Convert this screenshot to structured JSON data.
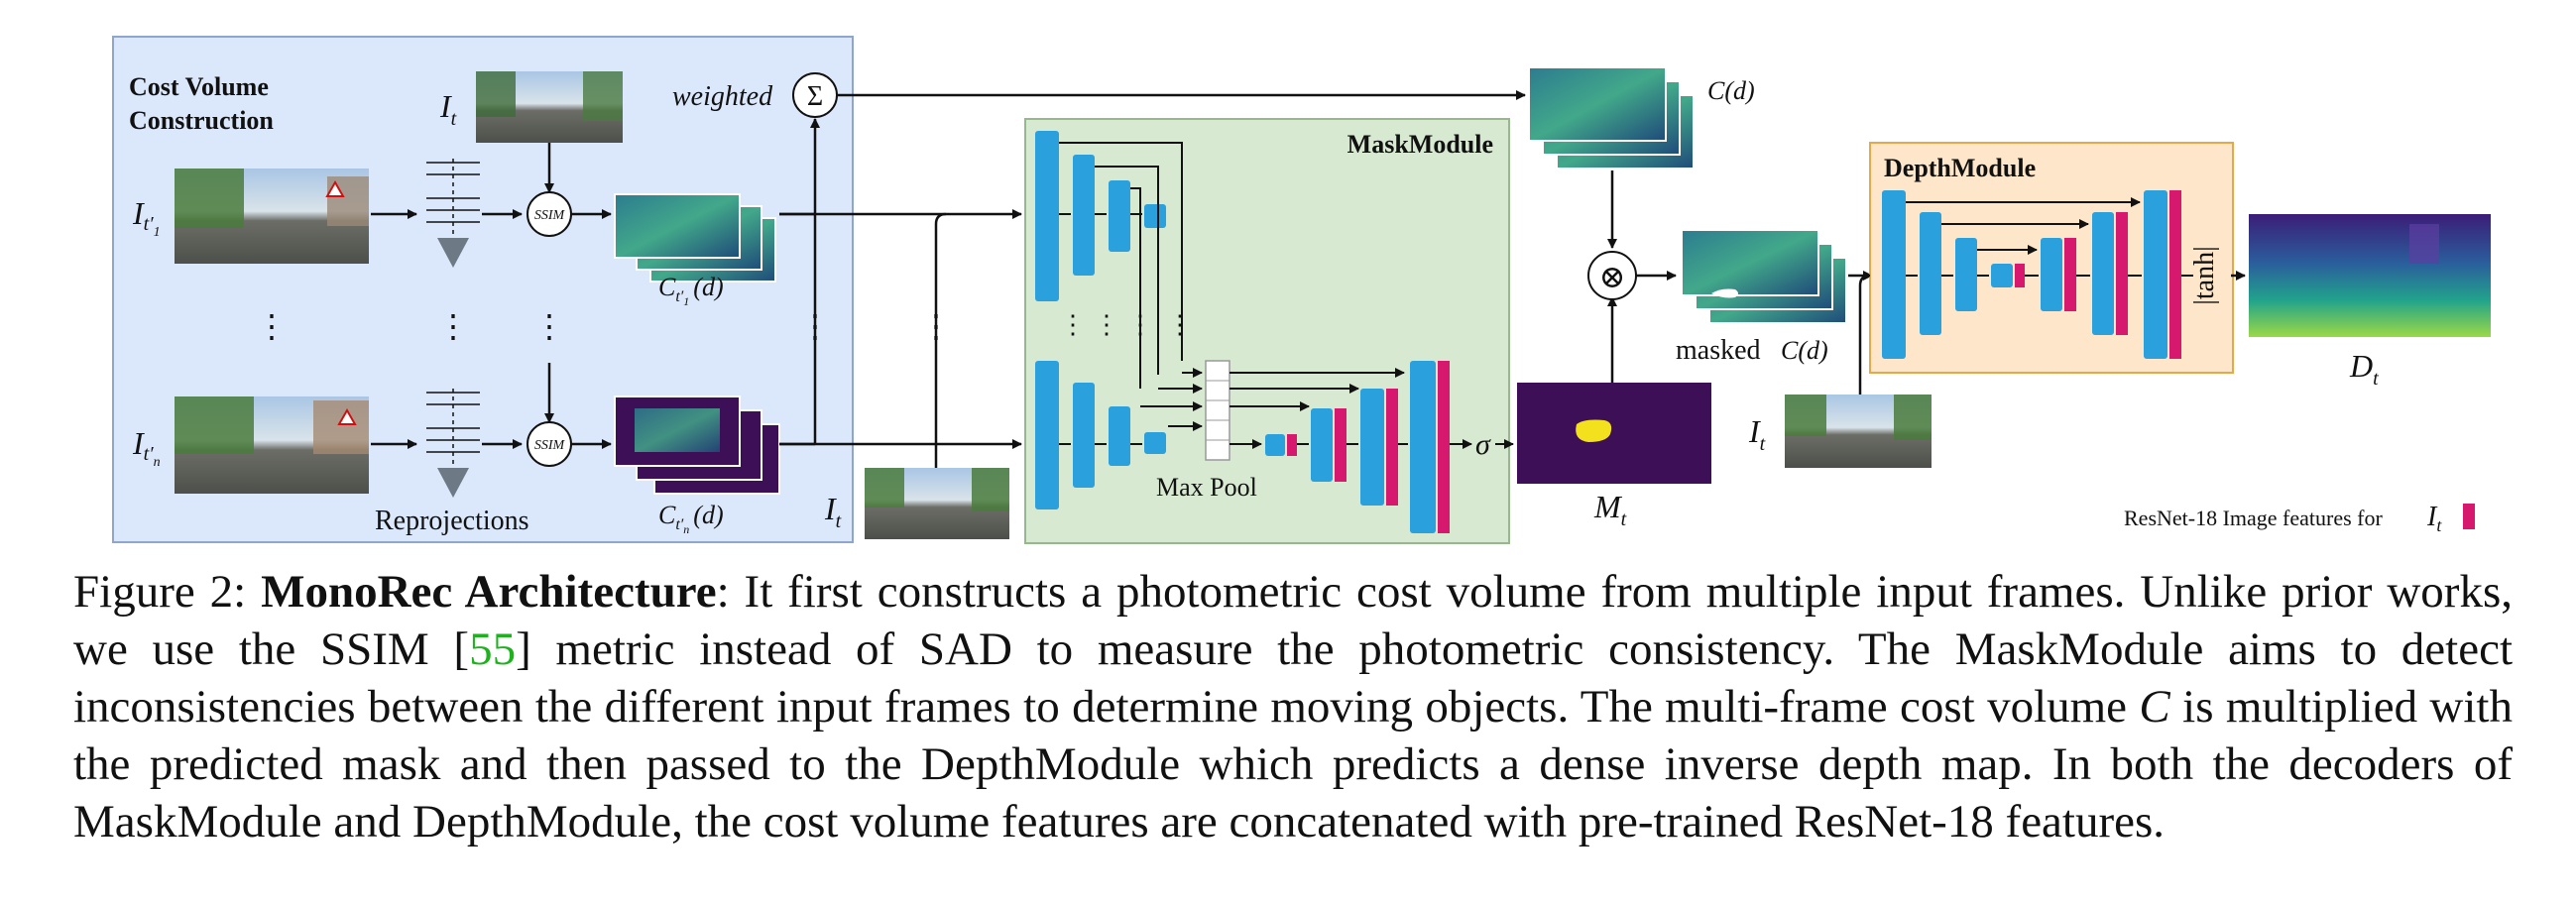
{
  "figure": {
    "cost_volume": {
      "title_line1": "Cost Volume",
      "title_line2": "Construction",
      "weighted_label": "weighted",
      "sum_symbol": "Σ",
      "ssim_label": "SSIM",
      "reprojections_label": "Reprojections",
      "frame_top_var": "I",
      "frame_top_sub": "t′",
      "frame_top_subsub": "1",
      "frame_bottom_var": "I",
      "frame_bottom_sub": "t′",
      "frame_bottom_subsub": "n",
      "target_var": "I",
      "target_sub": "t",
      "cv_top_label": "C",
      "cv_top_sub": "t′",
      "cv_top_subsub": "1",
      "cv_top_arg": "(d)",
      "cv_bottom_label": "C",
      "cv_bottom_sub": "t′",
      "cv_bottom_subsub": "n",
      "cv_bottom_arg": "(d)",
      "ellipsis": "⋮"
    },
    "input_target": {
      "var": "I",
      "sub": "t"
    },
    "mask_module": {
      "title": "MaskModule",
      "maxpool_label": "Max Pool",
      "sigma": "σ",
      "mask_var": "M",
      "mask_sub": "t"
    },
    "cost_volume_out": {
      "label": "C(d)",
      "times": "⊗",
      "masked_label": "masked",
      "masked_cv": "C(d)"
    },
    "depth_module": {
      "title": "DepthModule",
      "tanh_label": "|tanh|",
      "input_var": "I",
      "input_sub": "t",
      "output_var": "D",
      "output_sub": "t"
    },
    "legend": {
      "text": "ResNet-18 Image  features for",
      "var": "I",
      "sub": "t"
    },
    "colors": {
      "block_blue": "#2aa0dc",
      "feature_pink": "#d6186f",
      "cost_volume_bg": "#dbe7fb",
      "mask_module_bg": "#d8e9d2",
      "depth_module_bg": "#fde6c9",
      "depth_module_border": "#e7a84a",
      "mask_purple": "#3d0f57",
      "mask_yellow": "#f4e11e"
    }
  },
  "caption": {
    "figure_label": "Figure 2:",
    "bold_title": "MonoRec Architecture",
    "part1": ": It first constructs a photometric cost volume from multiple input frames.  Unlike prior works, we use the SSIM [",
    "ref": "55",
    "part2": "] metric instead of SAD to measure the photometric consistency. The MaskModule aims to detect inconsistencies between the different input frames to determine moving objects. The multi-frame cost volume ",
    "math_c": "C",
    "part3": " is multiplied with the predicted mask and then passed to the DepthModule which predicts a dense inverse depth map. In both the decoders of MaskModule and DepthModule, the cost volume features are concatenated with pre-trained ResNet-18 features."
  }
}
